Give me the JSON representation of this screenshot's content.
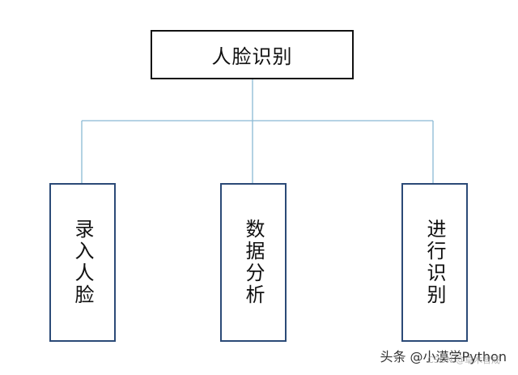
{
  "diagram": {
    "root": {
      "label": "人脸识别"
    },
    "children": [
      {
        "label": "录入人脸"
      },
      {
        "label": "数据分析"
      },
      {
        "label": "进行识别"
      }
    ],
    "colors": {
      "root_border": "#111111",
      "child_border": "#2b4a77",
      "connector": "#8ab9d4"
    }
  },
  "watermark": {
    "main": "头条 @小漠学Python",
    "sub": "CSDN @卓木智成"
  }
}
